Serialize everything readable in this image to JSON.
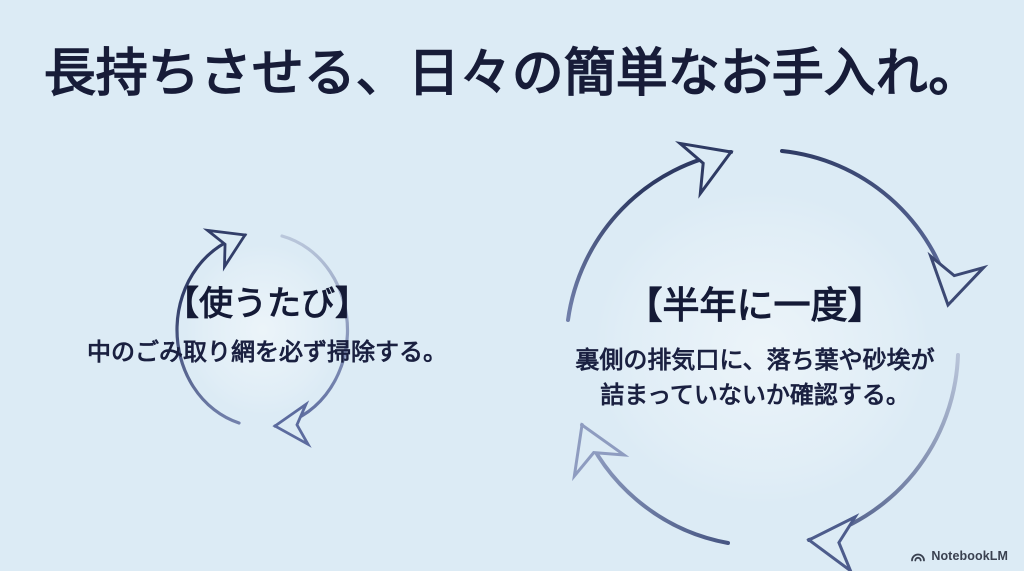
{
  "slide": {
    "title": "長持ちさせる、日々の簡単なお手入れ。",
    "colors": {
      "background": "#dcebf5",
      "ink": "#171c38",
      "arrow_dark": "#2e3a63",
      "arrow_light": "#b8c4d9"
    }
  },
  "cycles": [
    {
      "id": "every-use",
      "heading": "【使うたび】",
      "description_lines": [
        "中のごみ取り網を必ず掃除する。"
      ]
    },
    {
      "id": "every-six-months",
      "heading": "【半年に一度】",
      "description_lines": [
        "裏側の排気口に、落ち葉や砂埃が",
        "詰まっていないか確認する。"
      ]
    }
  ],
  "watermark": {
    "icon": "notebooklm-logo",
    "label": "NotebookLM"
  }
}
